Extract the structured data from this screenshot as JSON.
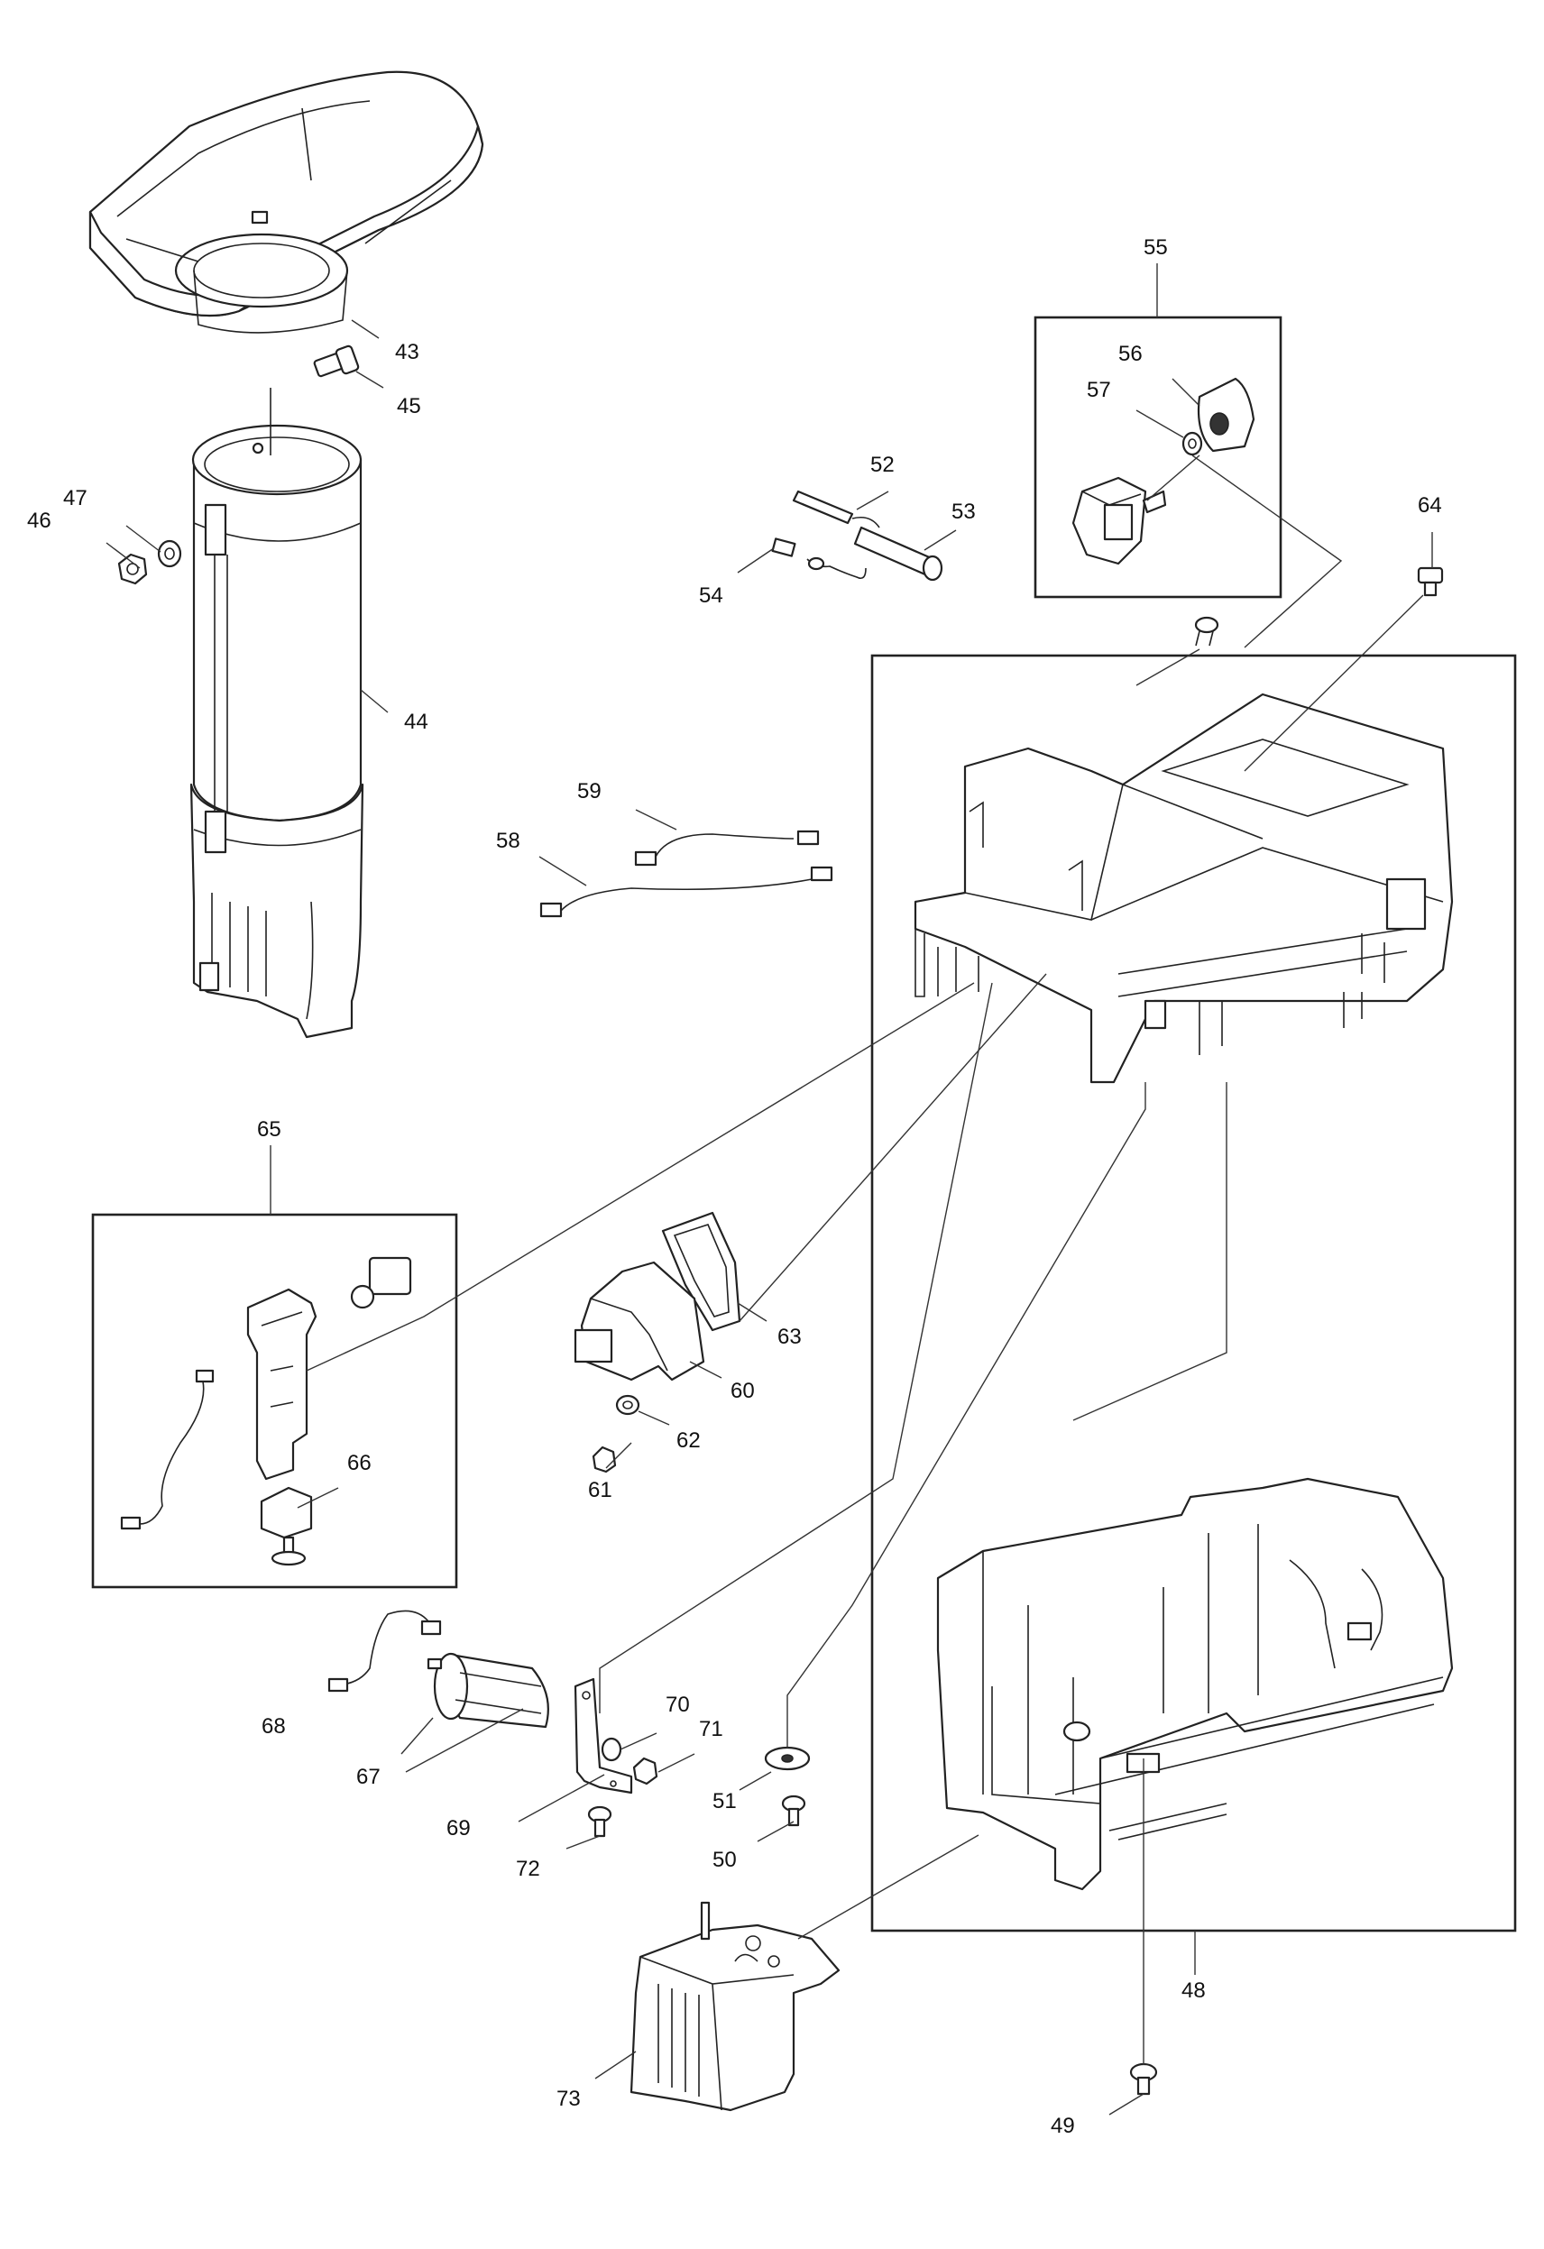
{
  "parts": [
    {
      "id": "p43",
      "label": "43"
    },
    {
      "id": "p44",
      "label": "44"
    },
    {
      "id": "p45",
      "label": "45"
    },
    {
      "id": "p46",
      "label": "46"
    },
    {
      "id": "p47",
      "label": "47"
    },
    {
      "id": "p48",
      "label": "48"
    },
    {
      "id": "p49",
      "label": "49"
    },
    {
      "id": "p50",
      "label": "50"
    },
    {
      "id": "p51",
      "label": "51"
    },
    {
      "id": "p52",
      "label": "52"
    },
    {
      "id": "p53",
      "label": "53"
    },
    {
      "id": "p54",
      "label": "54"
    },
    {
      "id": "p55",
      "label": "55"
    },
    {
      "id": "p56",
      "label": "56"
    },
    {
      "id": "p57",
      "label": "57"
    },
    {
      "id": "p58",
      "label": "58"
    },
    {
      "id": "p59",
      "label": "59"
    },
    {
      "id": "p60",
      "label": "60"
    },
    {
      "id": "p61",
      "label": "61"
    },
    {
      "id": "p62",
      "label": "62"
    },
    {
      "id": "p63",
      "label": "63"
    },
    {
      "id": "p64",
      "label": "64"
    },
    {
      "id": "p65",
      "label": "65"
    },
    {
      "id": "p66",
      "label": "66"
    },
    {
      "id": "p67",
      "label": "67"
    },
    {
      "id": "p68",
      "label": "68"
    },
    {
      "id": "p69",
      "label": "69"
    },
    {
      "id": "p70",
      "label": "70"
    },
    {
      "id": "p71",
      "label": "71"
    },
    {
      "id": "p72",
      "label": "72"
    },
    {
      "id": "p73",
      "label": "73"
    }
  ]
}
